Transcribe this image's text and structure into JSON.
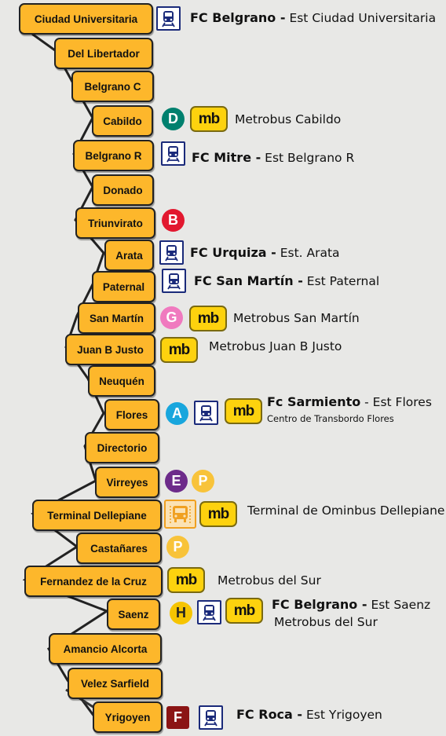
{
  "stations": [
    {
      "name": "Ciudad Universitaria"
    },
    {
      "name": "Del Libertador"
    },
    {
      "name": "Belgrano C"
    },
    {
      "name": "Cabildo"
    },
    {
      "name": "Belgrano R"
    },
    {
      "name": "Donado"
    },
    {
      "name": "Triunvirato"
    },
    {
      "name": "Arata"
    },
    {
      "name": "Paternal"
    },
    {
      "name": "San Martín"
    },
    {
      "name": "Juan B Justo"
    },
    {
      "name": "Neuquén"
    },
    {
      "name": "Flores"
    },
    {
      "name": "Directorio"
    },
    {
      "name": "Virreyes"
    },
    {
      "name": "Terminal Dellepiane"
    },
    {
      "name": "Castañares"
    },
    {
      "name": "Fernandez de la Cruz"
    },
    {
      "name": "Saenz"
    },
    {
      "name": "Amancio Alcorta"
    },
    {
      "name": "Velez Sarfield"
    },
    {
      "name": "Yrigoyen"
    }
  ],
  "subte": {
    "D": {
      "letter": "D",
      "color": "#00806e"
    },
    "B": {
      "letter": "B",
      "color": "#e2182f"
    },
    "G": {
      "letter": "G",
      "color": "#f07abf"
    },
    "A": {
      "letter": "A",
      "color": "#18a6dd"
    },
    "E": {
      "letter": "E",
      "color": "#6d2b8a"
    },
    "H": {
      "letter": "H",
      "color": "#f6c400"
    },
    "F": {
      "letter": "F",
      "color": "#8b1414"
    }
  },
  "premetro": {
    "letter": "P",
    "color": "#f8c33a"
  },
  "metrobus_logo": "mb",
  "colors": {
    "station_fill": "#fdb72b",
    "train_blue": "#1a2a7a",
    "metrobus_yellow": "#fdd20e",
    "line": "#222222"
  },
  "icons": [
    "train-icon",
    "metrobus-logo",
    "bus-terminal-icon"
  ],
  "connections": {
    "ciudad_universitaria": {
      "line": "FC Belgrano -",
      "station": " Est Ciudad Universitaria"
    },
    "cabildo": {
      "text": "Metrobus Cabildo"
    },
    "belgrano_r": {
      "line": "FC Mitre -",
      "station": " Est Belgrano R"
    },
    "arata": {
      "line": "FC Urquiza -",
      "station": " Est. Arata"
    },
    "paternal": {
      "line": "FC San Martín -",
      "station": " Est Paternal"
    },
    "san_martin": {
      "text": "Metrobus San Martín"
    },
    "juan_b_justo": {
      "text": "Metrobus Juan B Justo"
    },
    "flores": {
      "line": "Fc Sarmiento",
      "station": " - Est Flores",
      "note": "Centro de Transbordo Flores"
    },
    "terminal_dellepiane": {
      "text": "Terminal de Ominbus Dellepiane"
    },
    "fernandez_de_la_cruz": {
      "text": "Metrobus del Sur"
    },
    "saenz": {
      "line": "FC Belgrano -",
      "station": " Est Saenz",
      "note": "Metrobus del Sur"
    },
    "yrigoyen": {
      "line": "FC Roca -",
      "station": " Est Yrigoyen"
    }
  }
}
